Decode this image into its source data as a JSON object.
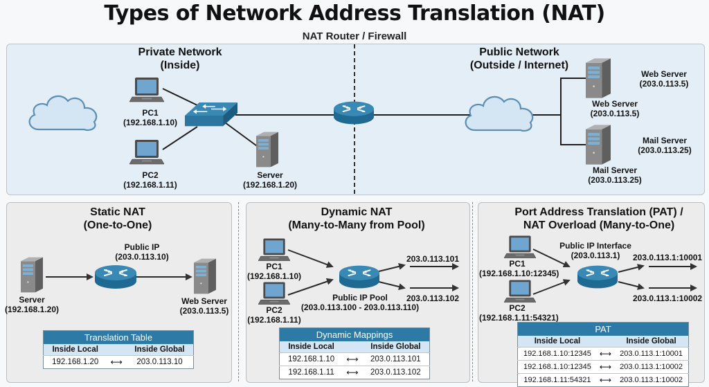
{
  "title": "Types of Network Address Translation (NAT)",
  "subtitle": "NAT Router / Firewall",
  "colors": {
    "device_blue": "#2f7ea9",
    "table_header": "#2e7aa6",
    "table_subheader": "#d4e6f3",
    "top_panel_bg": "#e3eef6",
    "bottom_panel_bg": "#ececec"
  },
  "overview": {
    "private": {
      "heading_line1": "Private Network",
      "heading_line2": "(Inside)",
      "pc1_name": "PC1",
      "pc1_ip": "(192.168.1.10)",
      "pc2_name": "PC2",
      "pc2_ip": "(192.168.1.11)",
      "server_name": "Server",
      "server_ip": "(192.168.1.20)"
    },
    "public": {
      "heading_line1": "Public Network",
      "heading_line2": "(Outside / Internet)",
      "web_server_name": "Web Server",
      "web_server_ip": "(203.0.113.5)",
      "web_server_side_name": "Web Server",
      "web_server_side_ip": "(203.0.113.5)",
      "mail_server_name": "Mail Server",
      "mail_server_ip": "(203.0.113.25)",
      "mail_server_side_name": "Mail Server",
      "mail_server_side_ip": "(203.0.113.25)"
    }
  },
  "static_nat": {
    "heading_line1": "Static NAT",
    "heading_line2": "(One-to-One)",
    "router_label_line1": "Public IP",
    "router_label_line2": "(203.0.113.10)",
    "source_name": "Server",
    "source_ip": "(192.168.1.20)",
    "dest_name": "Web Server",
    "dest_ip": "(203.0.113.5)",
    "table": {
      "caption": "Translation Table",
      "columns": [
        "Inside Local",
        "Inside Global"
      ],
      "rows": [
        {
          "local": "192.168.1.20",
          "arrow": "⟷",
          "global": "203.0.113.10"
        }
      ]
    }
  },
  "dynamic_nat": {
    "heading_line1": "Dynamic NAT",
    "heading_line2": "(Many-to-Many from Pool)",
    "pc1_name": "PC1",
    "pc1_ip": "(192.168.1.10)",
    "pc2_name": "PC2",
    "pc2_ip": "(192.168.1.11)",
    "pool_label_line1": "Public IP Pool",
    "pool_label_line2": "(203.0.113.100 - 203.0.113.110)",
    "out1": "203.0.113.101",
    "out2": "203.0.113.102",
    "table": {
      "caption": "Dynamic Mappings",
      "columns": [
        "Inside Local",
        "Inside Global"
      ],
      "rows": [
        {
          "local": "192.168.1.10",
          "arrow": "⟷",
          "global": "203.0.113.101"
        },
        {
          "local": "192.168.1.11",
          "arrow": "⟷",
          "global": "203.0.113.102"
        }
      ]
    }
  },
  "pat": {
    "heading_line1": "Port Address Translation (PAT) /",
    "heading_line2": "NAT Overload (Many-to-One)",
    "router_label_line1": "Public IP Interface",
    "router_label_line2": "(203.0.113.1)",
    "pc1_name": "PC1",
    "pc1_ip": "(192.168.1.10:12345)",
    "pc2_name": "PC2",
    "pc2_ip": "(192.168.1.11:54321)",
    "out1": "203.0.113.1:10001",
    "out2": "203.0.113.1:10002",
    "table": {
      "caption": "PAT",
      "columns": [
        "Inside Local",
        "Inside Global"
      ],
      "rows": [
        {
          "local": "192.168.1.10:12345",
          "arrow": "⟷",
          "global": "203.0.113.1:10001"
        },
        {
          "local": "192.168.1.10:12345",
          "arrow": "⟷",
          "global": "203.0.113.1:10002"
        },
        {
          "local": "192.168.1.11:54321",
          "arrow": "⟷",
          "global": "203.0.113.1:10002"
        }
      ]
    }
  }
}
